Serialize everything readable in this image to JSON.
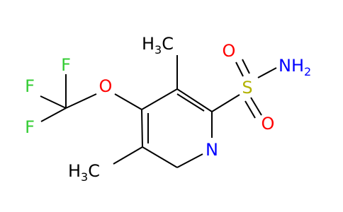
{
  "colors": {
    "background": "#ffffff",
    "bond": "#000000",
    "carbon_h": "#000000",
    "oxygen": "#ff0000",
    "nitrogen": "#0000ff",
    "sulfur": "#b2b200",
    "fluorine": "#33cc33"
  },
  "labels": {
    "methyl_top": {
      "main": "H",
      "sub": "3",
      "tail": "C"
    },
    "methyl_bottom": {
      "main": "H",
      "sub": "3",
      "tail": "C"
    },
    "ether_oxygen": "O",
    "fluorine_top": "F",
    "fluorine_left": "F",
    "fluorine_bottom": "F",
    "sulfur": "S",
    "sulfonyl_oxygen_top": "O",
    "sulfonyl_oxygen_bottom": "O",
    "amine": {
      "main": "NH",
      "sub": "2"
    },
    "ring_nitrogen": "N"
  }
}
